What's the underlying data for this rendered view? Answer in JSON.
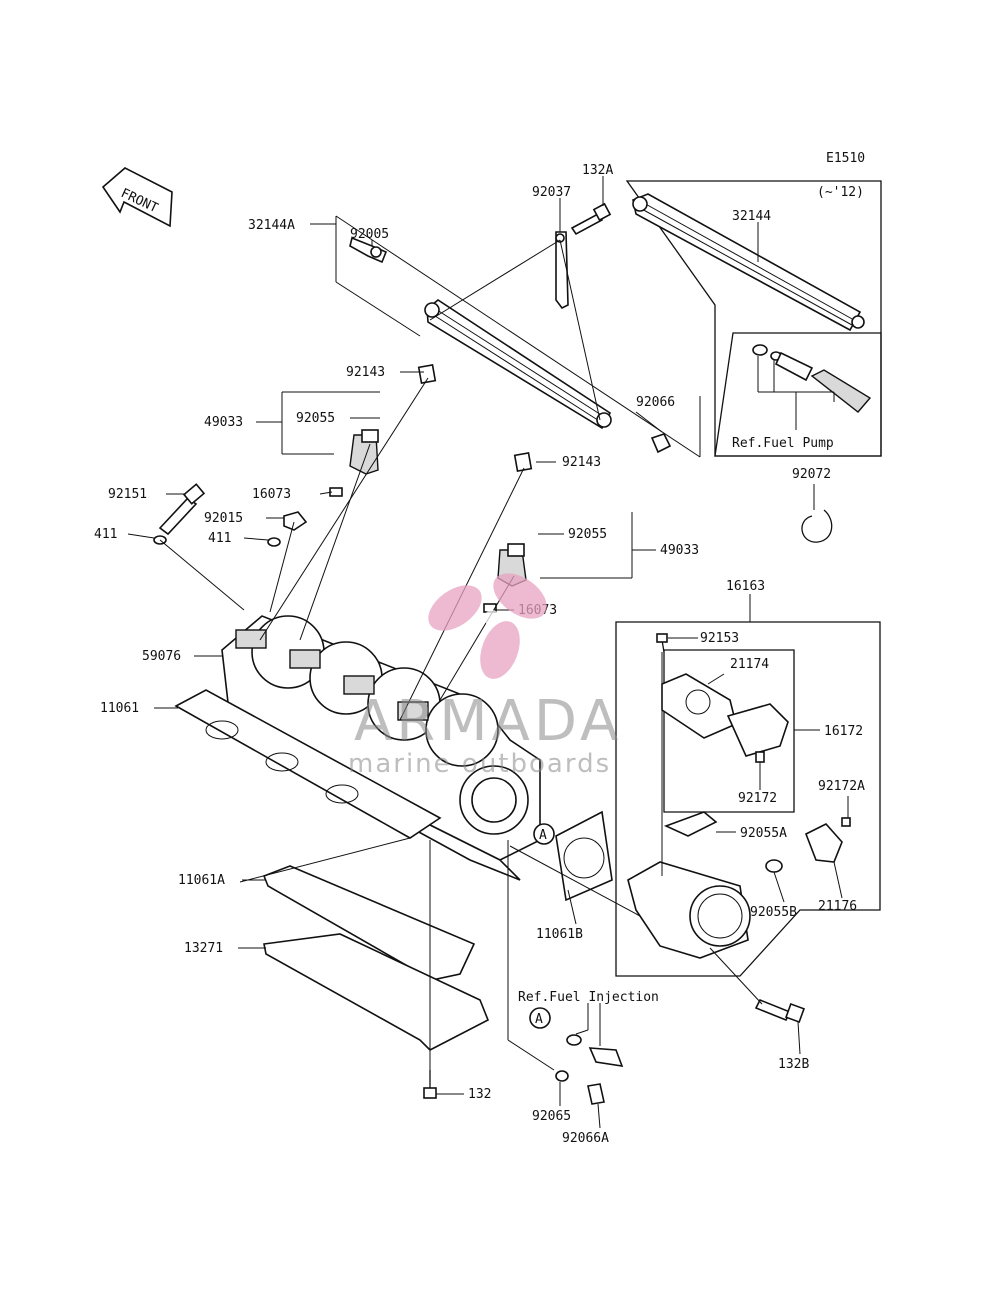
{
  "diagram": {
    "code": "E1510",
    "front_label": "FRONT",
    "variant_note": "(~'12)",
    "refs": {
      "fuel_pump": "Ref.Fuel Pump",
      "fuel_injection": "Ref.Fuel Injection",
      "circle_a": "A"
    },
    "parts": {
      "p132A": "132A",
      "p92037": "92037",
      "p32144": "32144",
      "p32144A": "32144A",
      "p92005": "92005",
      "p92143a": "92143",
      "p92143b": "92143",
      "p49033a": "49033",
      "p49033b": "49033",
      "p92055a": "92055",
      "p92055b": "92055",
      "p92066": "92066",
      "p92072": "92072",
      "p92151": "92151",
      "p16073a": "16073",
      "p16073b": "16073",
      "p92015": "92015",
      "p411a": "411",
      "p411b": "411",
      "p16163": "16163",
      "p92153": "92153",
      "p21174": "21174",
      "p16172": "16172",
      "p59076": "59076",
      "p11061": "11061",
      "p92172": "92172",
      "p92172A": "92172A",
      "p92055A": "92055A",
      "p92055B": "92055B",
      "p21176": "21176",
      "p11061A": "11061A",
      "p11061B": "11061B",
      "p13271": "13271",
      "p132B": "132B",
      "p132": "132",
      "p92065": "92065",
      "p92066A": "92066A"
    }
  },
  "watermark": {
    "brand": "ARMADA",
    "tagline": "marine outboards",
    "accent_color": "#e7a3c2"
  }
}
